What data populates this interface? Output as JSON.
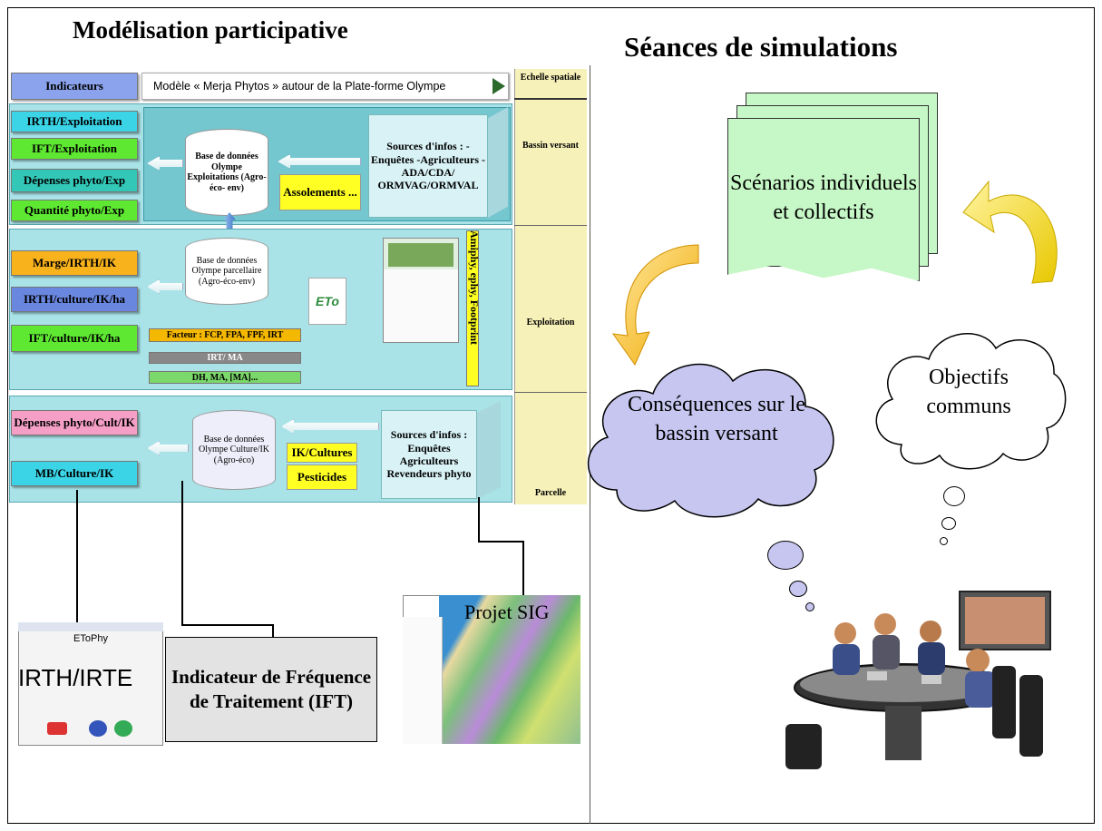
{
  "titles": {
    "left": "Modélisation participative",
    "right": "Séances de simulations"
  },
  "header": {
    "indicators": "Indicateurs",
    "model": "Modèle « Merja Phytos » autour de la Plate-forme Olympe",
    "scale": "Echelle spatiale"
  },
  "scales": {
    "bassin": "Bassin versant",
    "exploitation": "Exploitation",
    "parcelle": "Parcelle"
  },
  "bassin": {
    "indicators": [
      "IRTH/Exploitation",
      "IFT/Exploitation",
      "Dépenses phyto/Exp",
      "Quantité phyto/Exp"
    ],
    "db": "Base de données Olympe Exploitations (Agro- éco- env)",
    "assolements": "Assolements ...",
    "sources": "Sources d'infos : -Enquêtes -Agriculteurs -ADA/CDA/ ORMVAG/ORMVAL"
  },
  "exploitation": {
    "indicators": [
      "Marge/IRTH/IK",
      "IRTH/culture/IK/ha",
      "IFT/culture/IK/ha"
    ],
    "db": "Base de données Olympe parcellaire (Agro-éco-env)",
    "bars": [
      "Facteur : FCP, FPA, FPF, IRT",
      "IRT/ MA",
      "DH, MA, [MA]..."
    ],
    "tools": "Amiphy, ephy, Footprint",
    "logo": "ETo"
  },
  "parcelle": {
    "indicators": [
      "Dépenses phyto/Cult/IK",
      "MB/Culture/IK"
    ],
    "db": "Base de données Olympe Culture/IK (Agro-éco)",
    "ik": "IK/Cultures",
    "pesticides": "Pesticides",
    "sources": "Sources d'infos : Enquêtes Agriculteurs Revendeurs phyto"
  },
  "bottom": {
    "app_title": "EToPhy",
    "irth": "IRTH/IRTE",
    "ift": "Indicateur de Fréquence de Traitement (IFT)",
    "sig": "Projet SIG"
  },
  "simulation": {
    "scenarios": "Scénarios individuels et collectifs",
    "consequences": "Conséquences sur le bassin versant",
    "objectifs": "Objectifs communs"
  }
}
